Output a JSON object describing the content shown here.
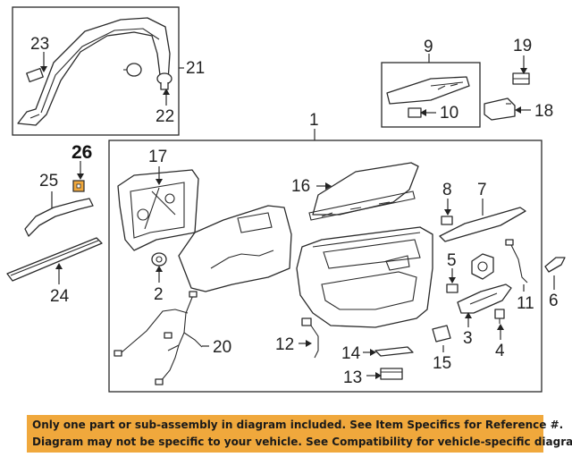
{
  "diagram": {
    "callouts": [
      {
        "id": "1",
        "label": "1"
      },
      {
        "id": "2",
        "label": "2"
      },
      {
        "id": "3",
        "label": "3"
      },
      {
        "id": "4",
        "label": "4"
      },
      {
        "id": "5",
        "label": "5"
      },
      {
        "id": "6",
        "label": "6"
      },
      {
        "id": "7",
        "label": "7"
      },
      {
        "id": "8",
        "label": "8"
      },
      {
        "id": "9",
        "label": "9"
      },
      {
        "id": "10",
        "label": "10"
      },
      {
        "id": "11",
        "label": "11"
      },
      {
        "id": "12",
        "label": "12"
      },
      {
        "id": "13",
        "label": "13"
      },
      {
        "id": "14",
        "label": "14"
      },
      {
        "id": "15",
        "label": "15"
      },
      {
        "id": "16",
        "label": "16"
      },
      {
        "id": "17",
        "label": "17"
      },
      {
        "id": "18",
        "label": "18"
      },
      {
        "id": "19",
        "label": "19"
      },
      {
        "id": "20",
        "label": "20"
      },
      {
        "id": "21",
        "label": "21"
      },
      {
        "id": "22",
        "label": "22"
      },
      {
        "id": "23",
        "label": "23"
      },
      {
        "id": "24",
        "label": "24"
      },
      {
        "id": "25",
        "label": "25"
      },
      {
        "id": "26",
        "label": "26",
        "highlighted": true
      }
    ],
    "highlight_color": "#f0a83c"
  },
  "banner": {
    "line1": "Only one part or sub-assembly in diagram included. See Item Specifics for Reference #.",
    "line2": "Diagram may not be specific to your vehicle. See Compatibility for vehicle-specific diagrams.",
    "background": "#f0a83c"
  }
}
